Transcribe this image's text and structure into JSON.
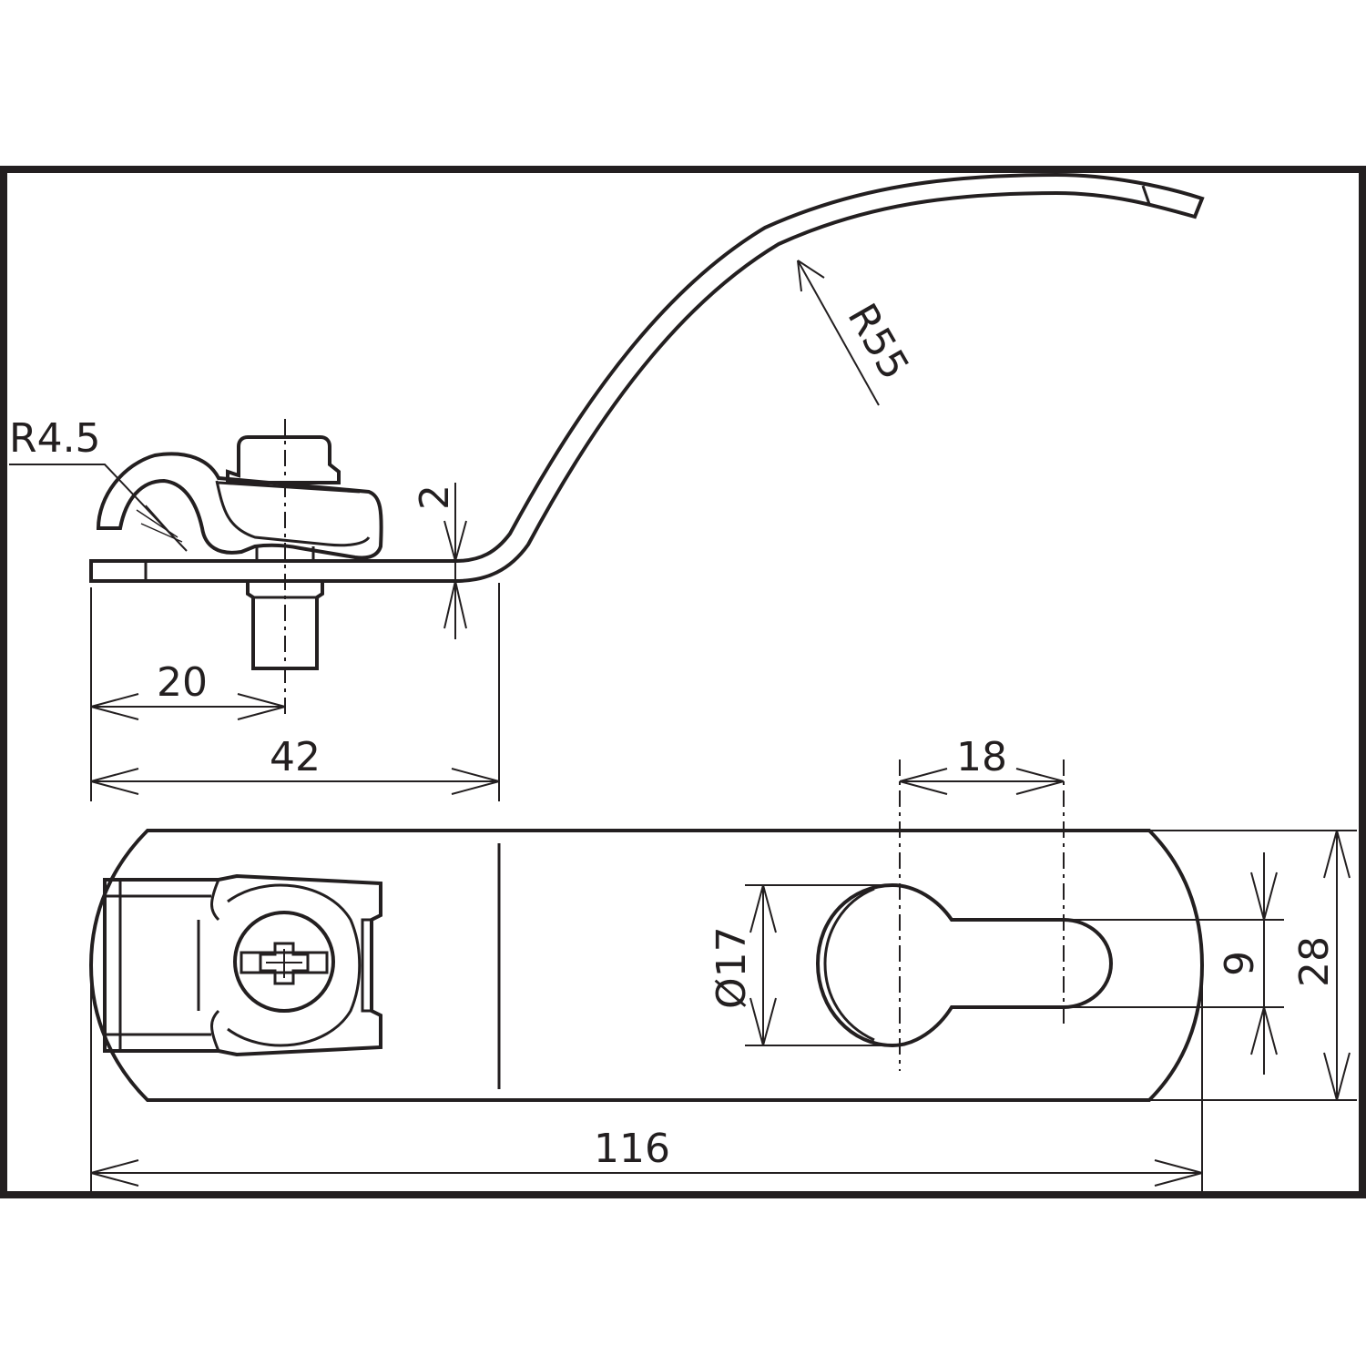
{
  "drawing": {
    "line_color": "#231f20",
    "background": "#ffffff",
    "dimensions": {
      "radius_hook": "R4.5",
      "radius_arc": "R55",
      "thickness": "2",
      "screw_offset": "20",
      "bend_length": "42",
      "slot_spacing": "18",
      "hole_diameter": "Ø17",
      "slot_width": "9",
      "total_width": "28",
      "total_length": "116"
    }
  }
}
